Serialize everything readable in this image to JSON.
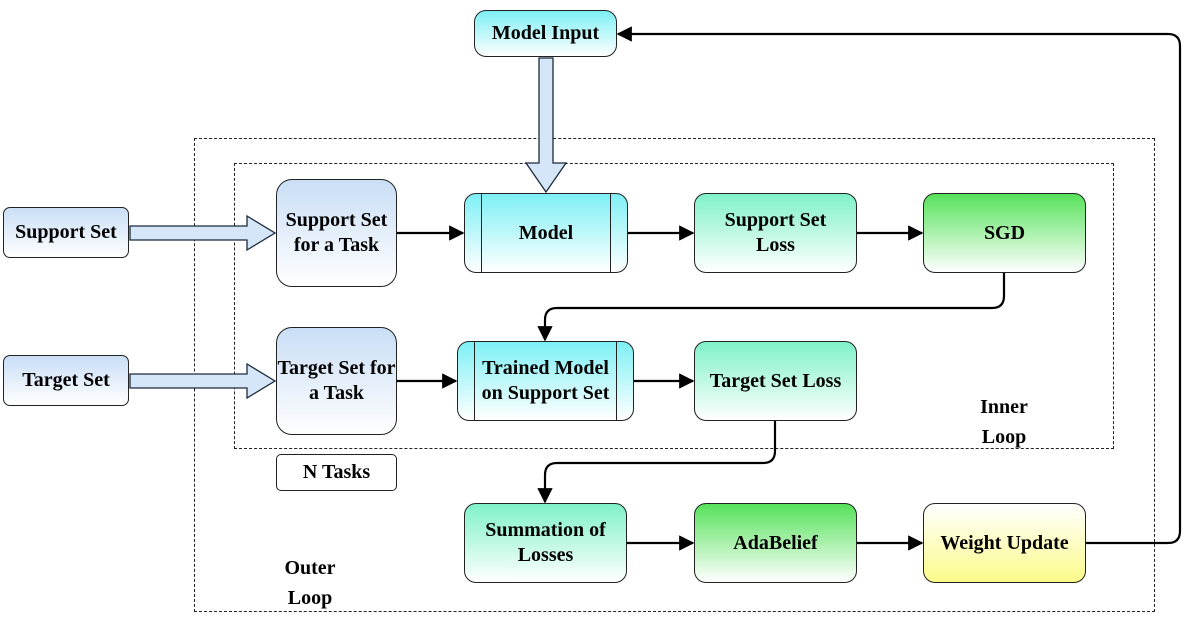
{
  "nodes": {
    "model_input": "Model Input",
    "support_set": "Support Set",
    "target_set": "Target Set",
    "support_set_task": "Support Set for a Task",
    "target_set_task": "Target Set for a Task",
    "model": "Model",
    "trained_model": "Trained Model on Support Set",
    "support_set_loss": "Support Set Loss",
    "target_set_loss": "Target Set Loss",
    "sgd": "SGD",
    "summation": "Summation of Losses",
    "adabelief": "AdaBelief",
    "weight_update": "Weight Update",
    "n_tasks": "N Tasks"
  },
  "labels": {
    "inner_loop": "Inner Loop",
    "outer_loop": "Outer Loop"
  },
  "colors": {
    "input_box": "#c9def6",
    "model_box": "#7df0f5",
    "loss_box": "#7ff2c8",
    "optimizer_box": "#56e25a",
    "update_box": "#fbfb8a"
  }
}
